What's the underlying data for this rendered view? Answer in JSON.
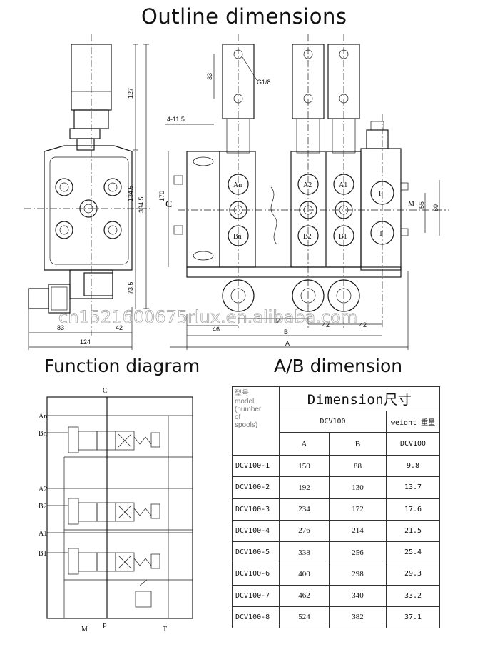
{
  "headings": {
    "outline": "Outline dimensions",
    "function": "Function diagram",
    "ab": "A/B dimension"
  },
  "watermark": "cn1521600675rlux.en.alibaba.com",
  "outline": {
    "dims": {
      "d127": "127",
      "d134_5": "134.5",
      "d334_5": "334.5",
      "d73_5": "73.5",
      "d83": "83",
      "d42_left": "42",
      "d124": "124",
      "d33": "33",
      "g18": "G1/8",
      "d4_11_5": "4-11.5",
      "d170": "170",
      "d55": "55",
      "d80": "80",
      "d46": "46",
      "d42_a": "42",
      "d42_b": "42",
      "m": "M",
      "b": "B",
      "a": "A"
    },
    "labels": {
      "c": "C",
      "m_port": "M",
      "an": "An",
      "bn": "Bn",
      "a2": "A2",
      "b2": "B2",
      "a1": "A1",
      "b1": "B1",
      "p": "P",
      "t": "T"
    }
  },
  "function_diagram": {
    "c": "C",
    "an": "An",
    "bn": "Bn",
    "a2": "A2",
    "b2": "B2",
    "a1": "A1",
    "b1": "B1",
    "m": "M",
    "p": "P",
    "t": "T"
  },
  "table": {
    "title": "Dimension尺寸",
    "model_header": "型号\nmodel\n(number\nof\nspools)",
    "dcv_group": "DCV100",
    "weight_header": "weight 重量",
    "col_a": "A",
    "col_b": "B",
    "col_weight": "DCV100",
    "rows": [
      {
        "model": "DCV100-1",
        "a": "150",
        "b": "88",
        "w": "9.8"
      },
      {
        "model": "DCV100-2",
        "a": "192",
        "b": "130",
        "w": "13.7"
      },
      {
        "model": "DCV100-3",
        "a": "234",
        "b": "172",
        "w": "17.6"
      },
      {
        "model": "DCV100-4",
        "a": "276",
        "b": "214",
        "w": "21.5"
      },
      {
        "model": "DCV100-5",
        "a": "338",
        "b": "256",
        "w": "25.4"
      },
      {
        "model": "DCV100-6",
        "a": "400",
        "b": "298",
        "w": "29.3"
      },
      {
        "model": "DCV100-7",
        "a": "462",
        "b": "340",
        "w": "33.2"
      },
      {
        "model": "DCV100-8",
        "a": "524",
        "b": "382",
        "w": "37.1"
      }
    ]
  }
}
